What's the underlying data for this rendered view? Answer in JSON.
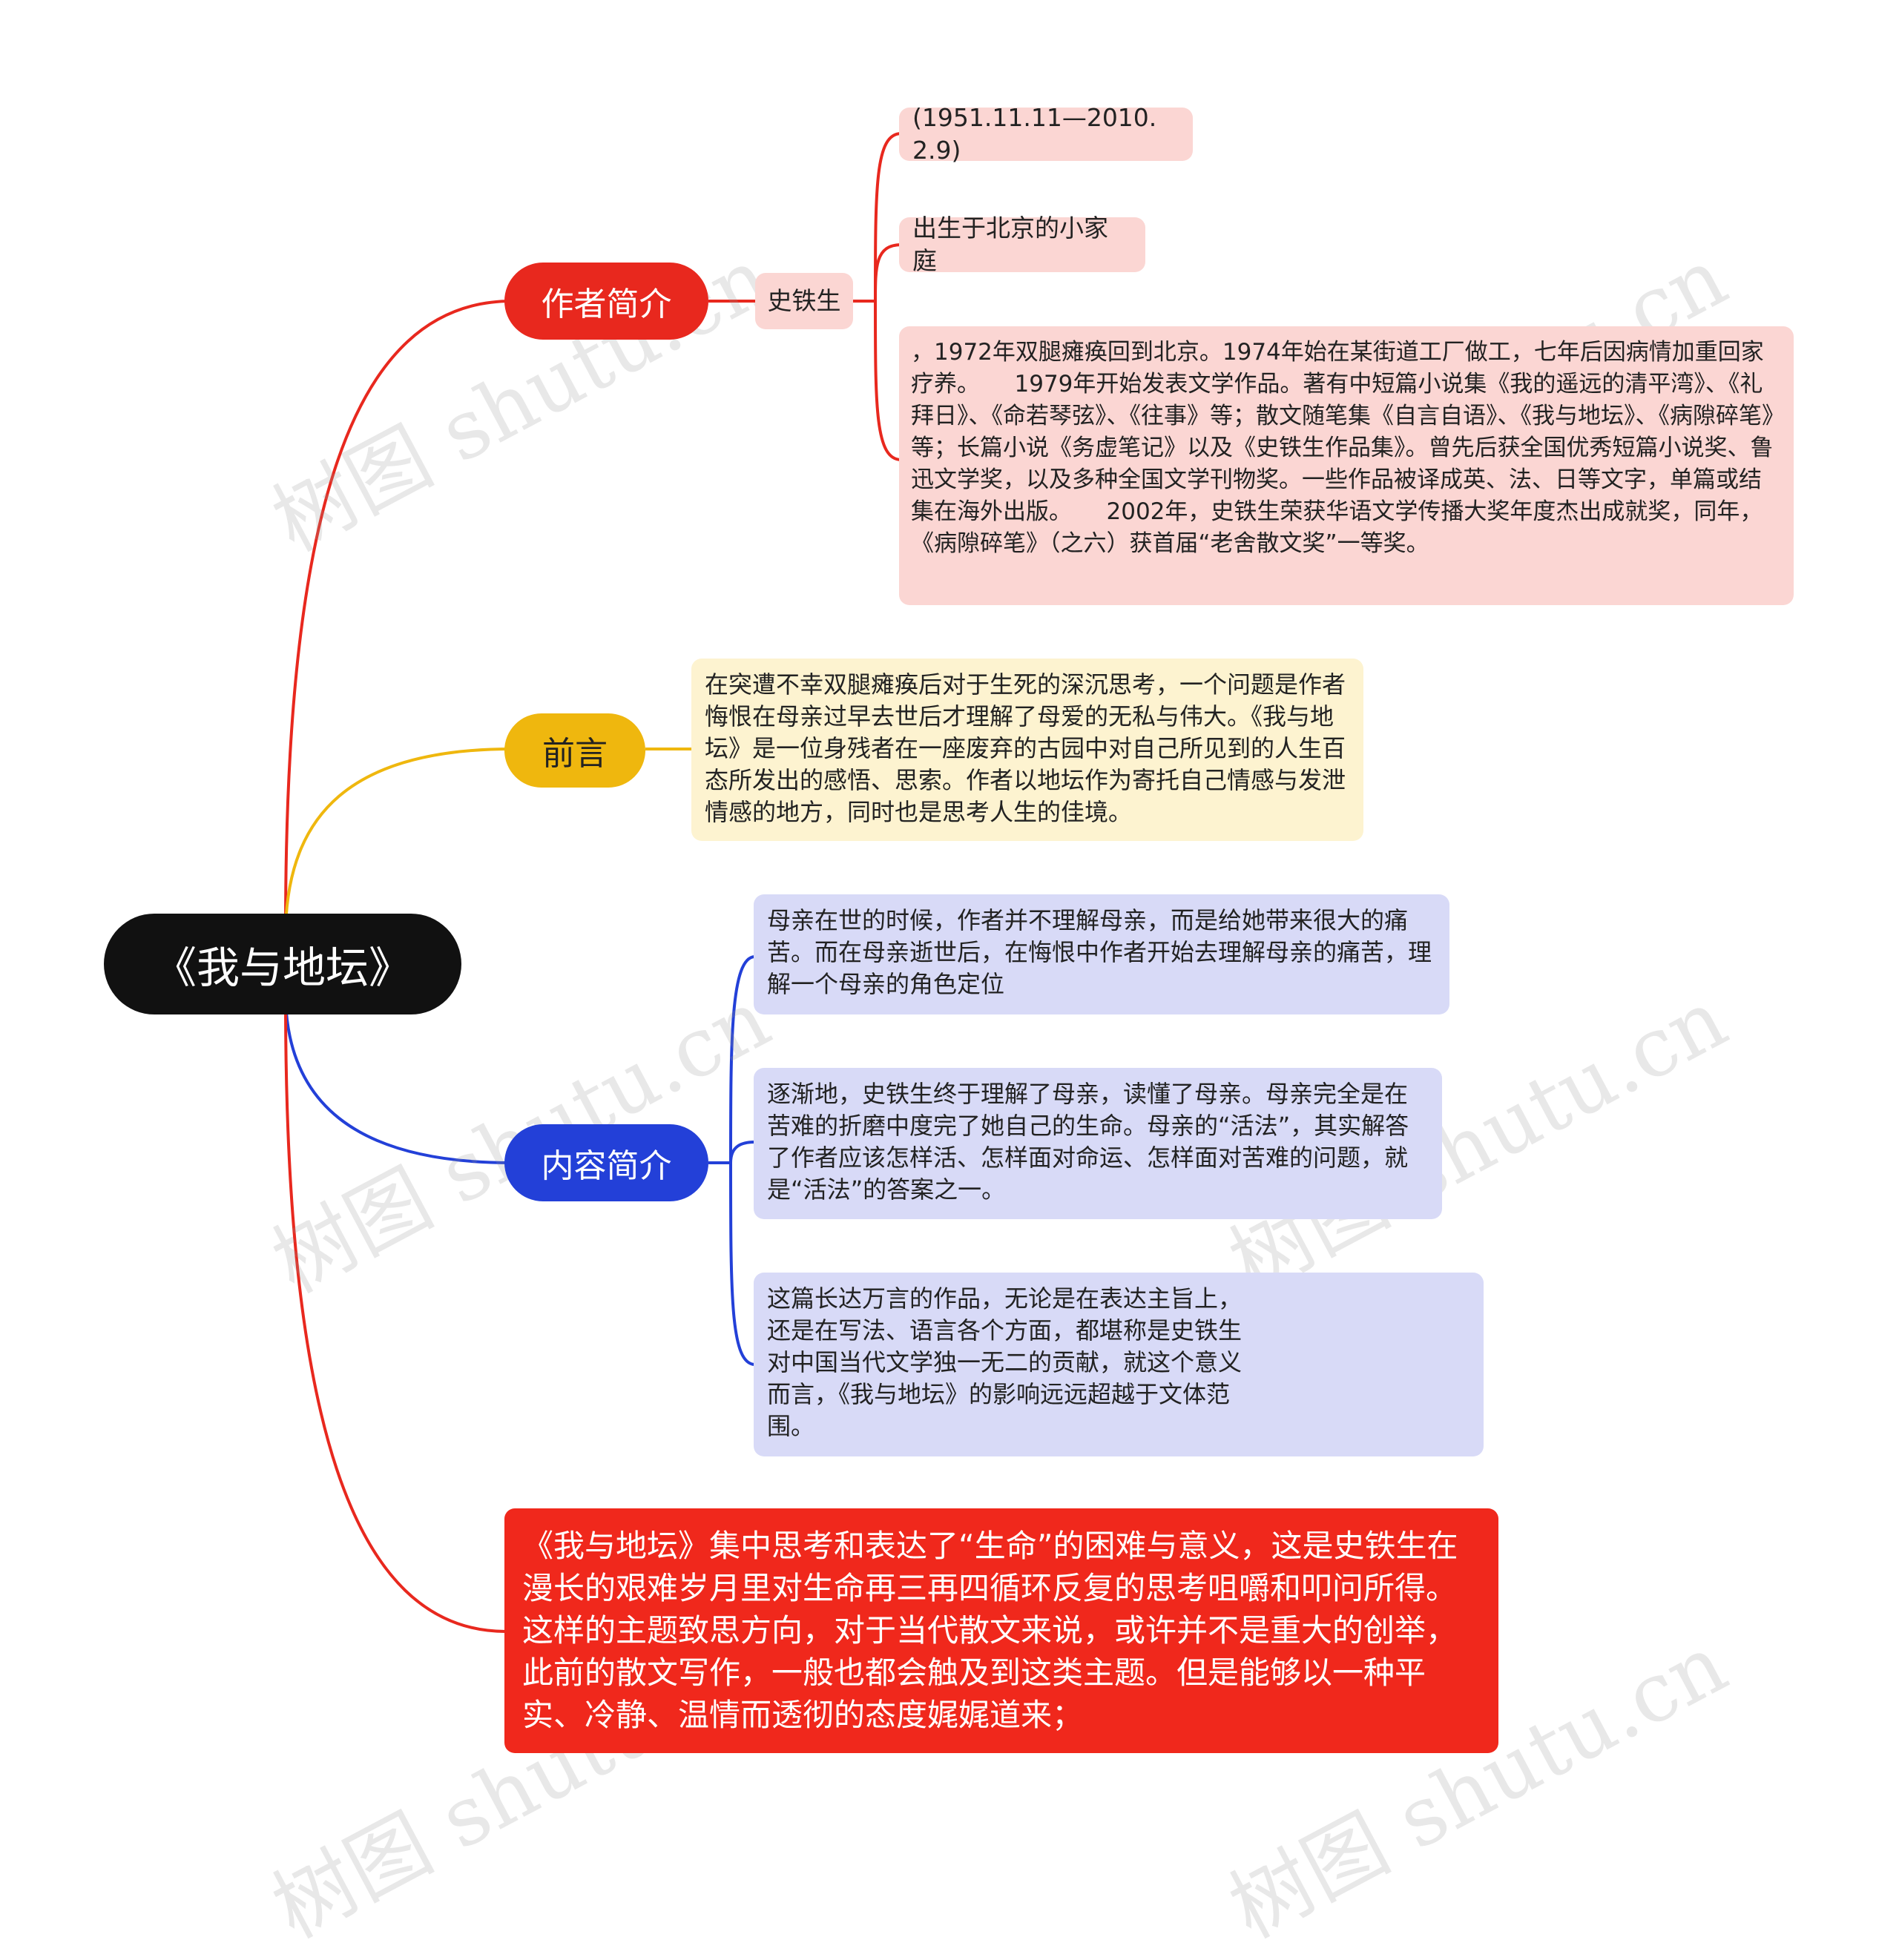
{
  "root": {
    "label": "《我与地坛》"
  },
  "branches": {
    "author": {
      "label": "作者简介",
      "person": "史铁生",
      "details": [
        "(1951.11.11—2010.2.9)",
        "出生于北京的小家庭",
        "，1972年双腿瘫痪回到北京。1974年始在某街道工厂做工，七年后因病情加重回家疗养。　　1979年开始发表文学作品。著有中短篇小说集《我的遥远的清平湾》、《礼拜日》、《命若琴弦》、《往事》等；散文随笔集《自言自语》、《我与地坛》、《病隙碎笔》等；长篇小说《务虚笔记》以及《史铁生作品集》。曾先后获全国优秀短篇小说奖、鲁迅文学奖，以及多种全国文学刊物奖。一些作品被译成英、法、日等文字，单篇或结集在海外出版。　　2002年，史铁生荣获华语文学传播大奖年度杰出成就奖，同年，《病隙碎笔》（之六）获首届“老舍散文奖”一等奖。"
      ]
    },
    "preface": {
      "label": "前言",
      "text": "在突遭不幸双腿瘫痪后对于生死的深沉思考，一个问题是作者悔恨在母亲过早去世后才理解了母爱的无私与伟大。《我与地坛》是一位身残者在一座废弃的古园中对自己所见到的人生百态所发出的感悟、思索。作者以地坛作为寄托自己情感与发泄情感的地方，同时也是思考人生的佳境。"
    },
    "content": {
      "label": "内容简介",
      "items": [
        "母亲在世的时候，作者并不理解母亲，而是给她带来很大的痛苦。而在母亲逝世后，在悔恨中作者开始去理解母亲的痛苦，理解一个母亲的角色定位",
        "逐渐地，史铁生终于理解了母亲，读懂了母亲。母亲完全是在苦难的折磨中度完了她自己的生命。母亲的“活法”，其实解答了作者应该怎样活、怎样面对命运、怎样面对苦难的问题，就是“活法”的答案之一。",
        "这篇长达万言的作品，无论是在表达主旨上，\n还是在写法、语言各个方面，都堪称是史铁生\n对中国当代文学独一无二的贡献，就这个意义\n而言，《我与地坛》的影响远远超越于文体范\n围。"
      ]
    },
    "summary": {
      "text": "《我与地坛》集中思考和表达了“生命”的困难与意义，这是史铁生在漫长的艰难岁月里对生命再三再四循环反复的思考咀嚼和叩问所得。这样的主题致思方向，对于当代散文来说，或许并不是重大的创举，此前的散文写作，一般也都会触及到这类主题。但是能够以一种平实、冷静、温情而透彻的态度娓娓道来；"
    }
  },
  "watermark": "树图 shutu.cn",
  "colors": {
    "root": "#111111",
    "author": "#e8281e",
    "preface": "#efb70e",
    "content": "#2340d8",
    "author_leaf": "#fbd6d3",
    "preface_leaf": "#fdf3d0",
    "content_leaf": "#d8daf7",
    "summary": "#f0281c"
  }
}
